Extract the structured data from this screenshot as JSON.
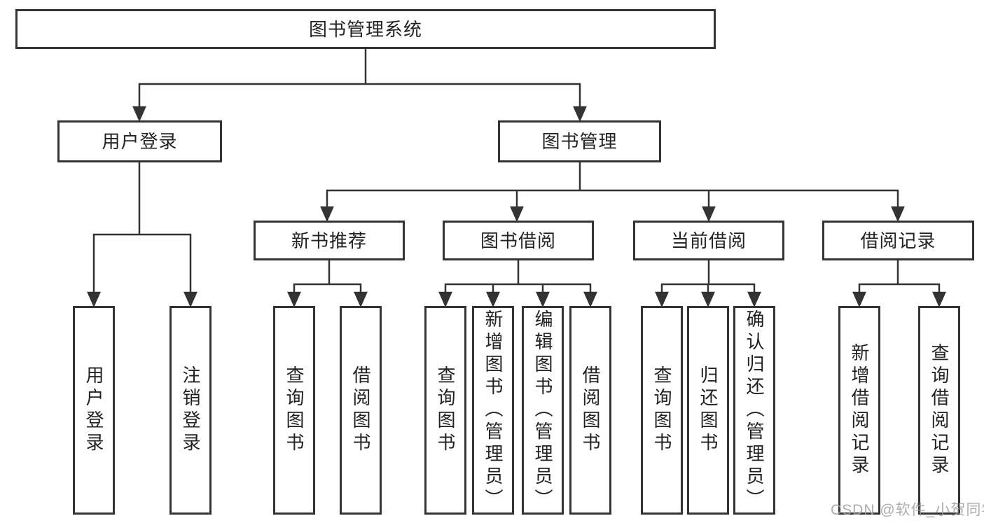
{
  "chart": {
    "root": "图书管理系统",
    "branches": [
      {
        "label": "用户登录",
        "children": [
          "用户登录",
          "注销登录"
        ]
      },
      {
        "label": "图书管理",
        "children": [
          {
            "label": "新书推荐",
            "children": [
              "查询图书",
              "借阅图书"
            ]
          },
          {
            "label": "图书借阅",
            "children": [
              "查询图书",
              "新增图书（管理员）",
              "编辑图书（管理员）",
              "借阅图书"
            ]
          },
          {
            "label": "当前借阅",
            "children": [
              "查询图书",
              "归还图书",
              "确认归还（管理员）"
            ]
          },
          {
            "label": "借阅记录",
            "children": [
              "新增借阅记录",
              "查询借阅记录"
            ]
          }
        ]
      }
    ]
  },
  "watermark": {
    "text": "CSDN @软件_小贺同学"
  },
  "colors": {
    "line": "#333333",
    "box_border": "#333333",
    "text": "#222222",
    "watermark": "#a0a0a0",
    "background": "#ffffff"
  }
}
